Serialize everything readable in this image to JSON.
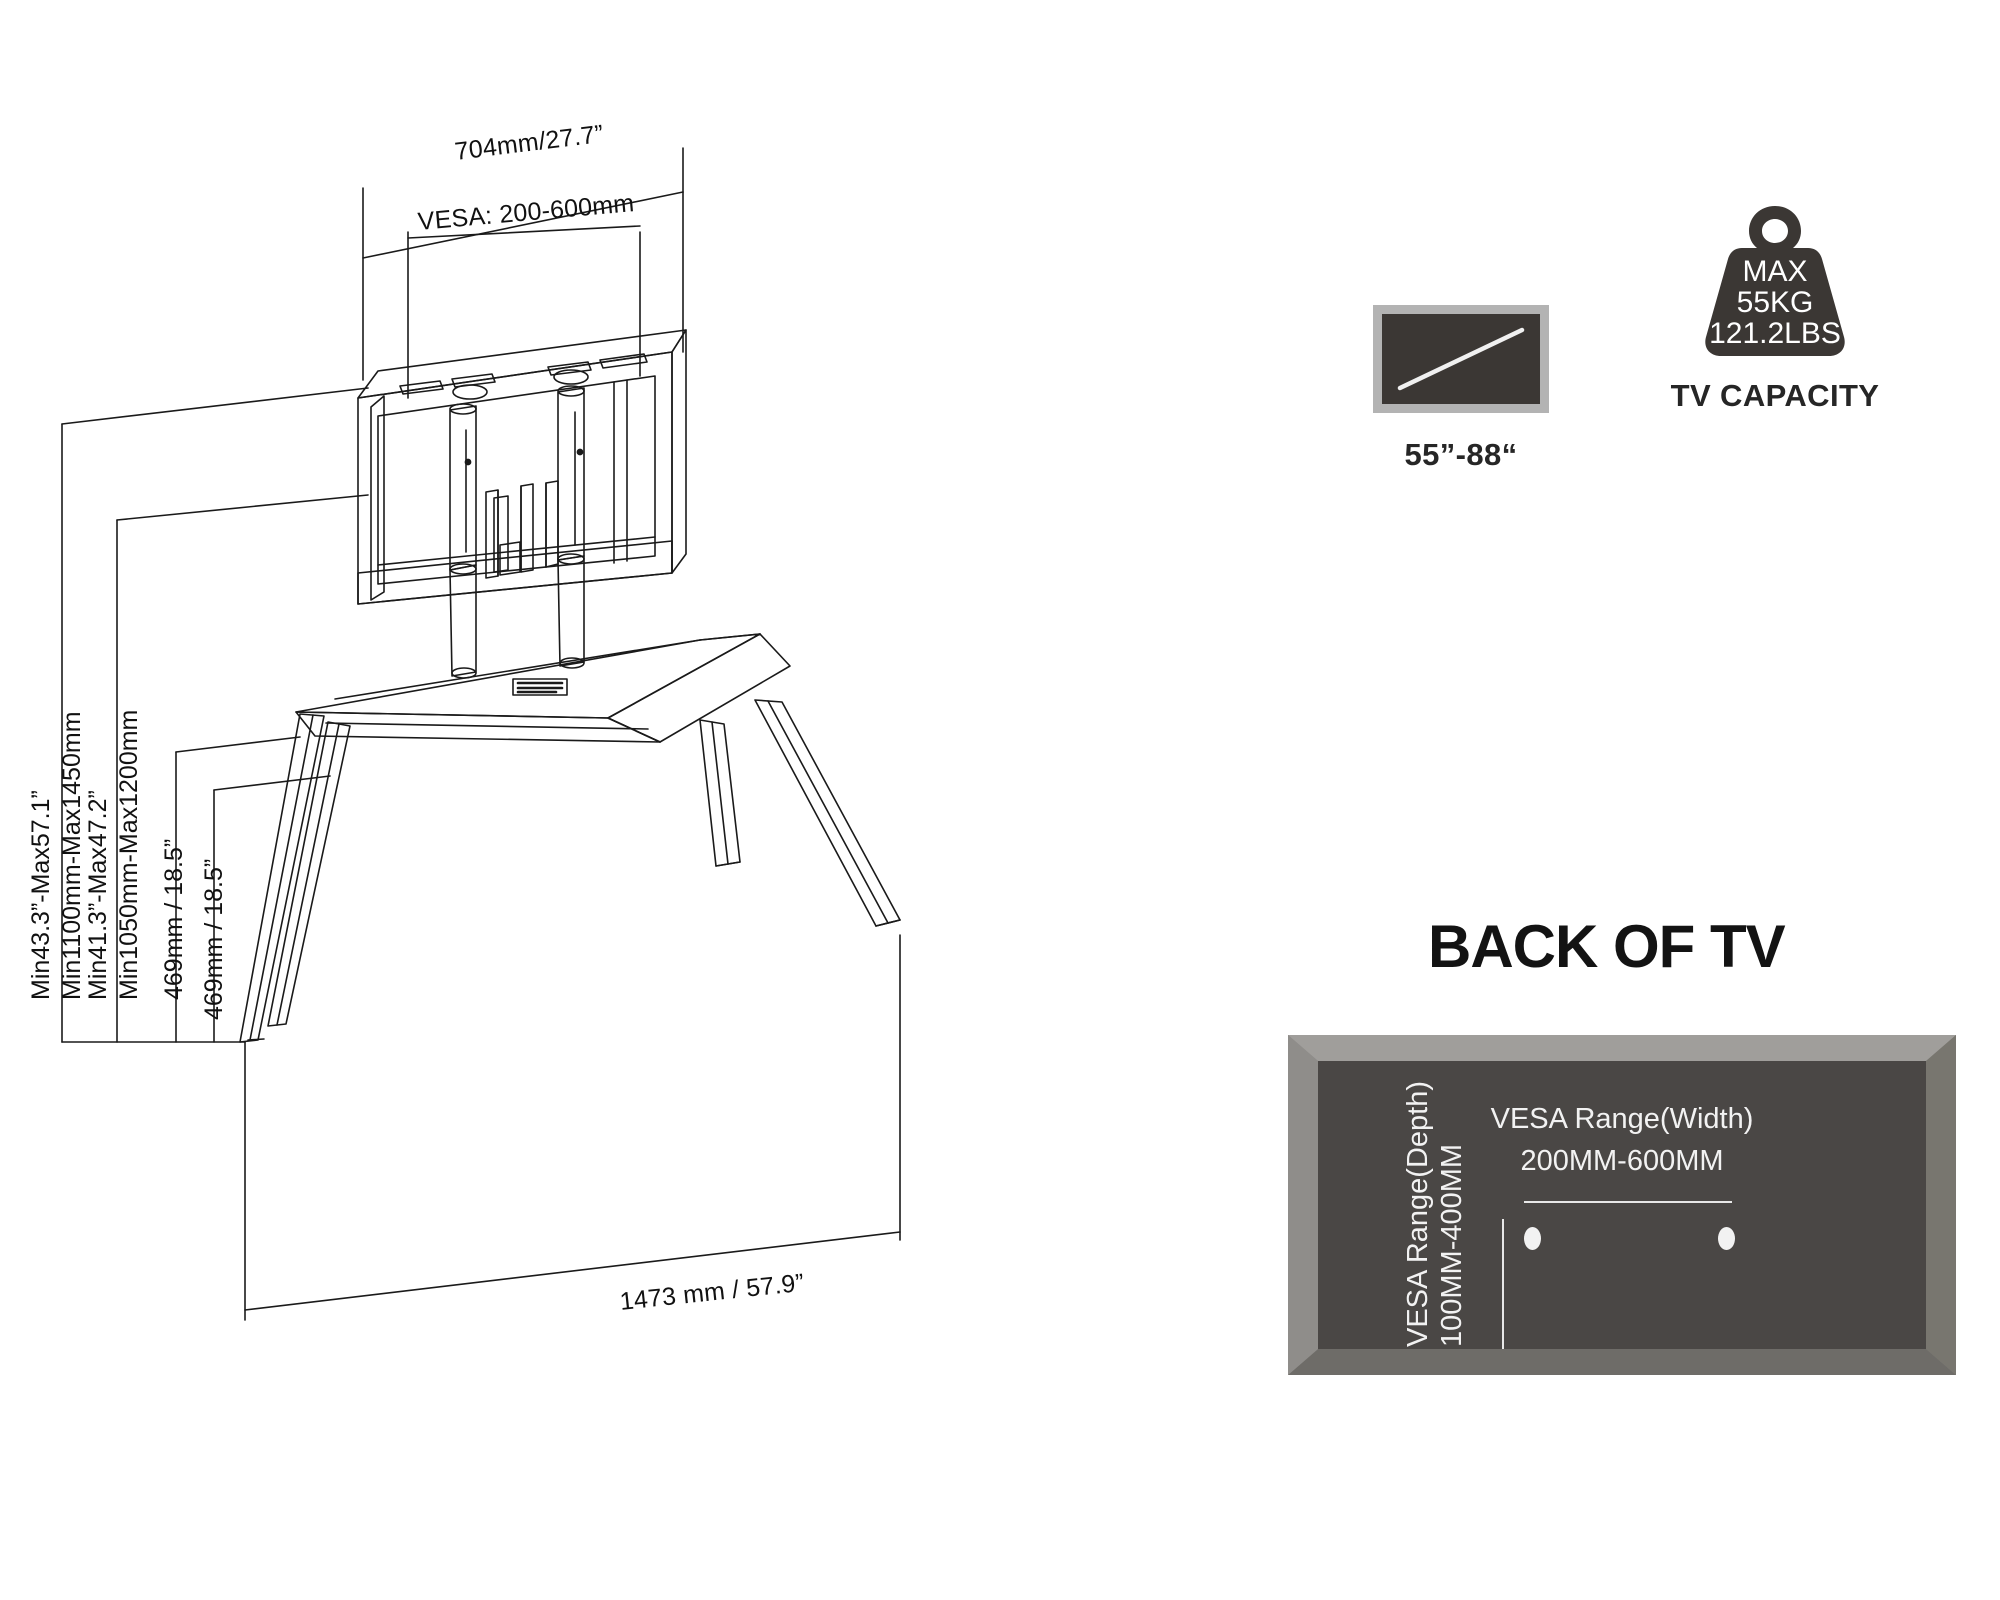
{
  "diagram": {
    "title": "TV floor stand technical dimension drawing",
    "dimensions": {
      "top_width": "704mm/27.7”",
      "vesa_note": "VESA:  200-600mm",
      "height_outer_in": "Min43.3”-Max57.1”",
      "height_outer_mm": "Min1100mm-Max1450mm",
      "height_inner_in": "Min41.3”-Max47.2”",
      "height_inner_mm": "Min1050mm-Max1200mm",
      "depth_a": "469mm / 18.5”",
      "depth_b": "469mm / 18.5”",
      "base_width": "1473 mm / 57.9”"
    }
  },
  "specs": {
    "screen_size": {
      "icon": "tv-screen-icon",
      "label": "55”-88“"
    },
    "capacity": {
      "icon": "weight-icon",
      "line1": "MAX",
      "line2": "55KG",
      "line3": "121.2LBS",
      "label": "TV CAPACITY"
    }
  },
  "back_of_tv": {
    "title": "BACK OF TV",
    "width_label_line1": "VESA Range(Width)",
    "width_label_line2": "200MM-600MM",
    "depth_label_line1": "VESA Range(Depth)",
    "depth_label_line2": "100MM-400MM"
  },
  "colors": {
    "panel_frame": "#8c8a87",
    "panel_screen": "#4a4745",
    "icon_dark": "#3b3734",
    "line": "#1a1a1a"
  }
}
